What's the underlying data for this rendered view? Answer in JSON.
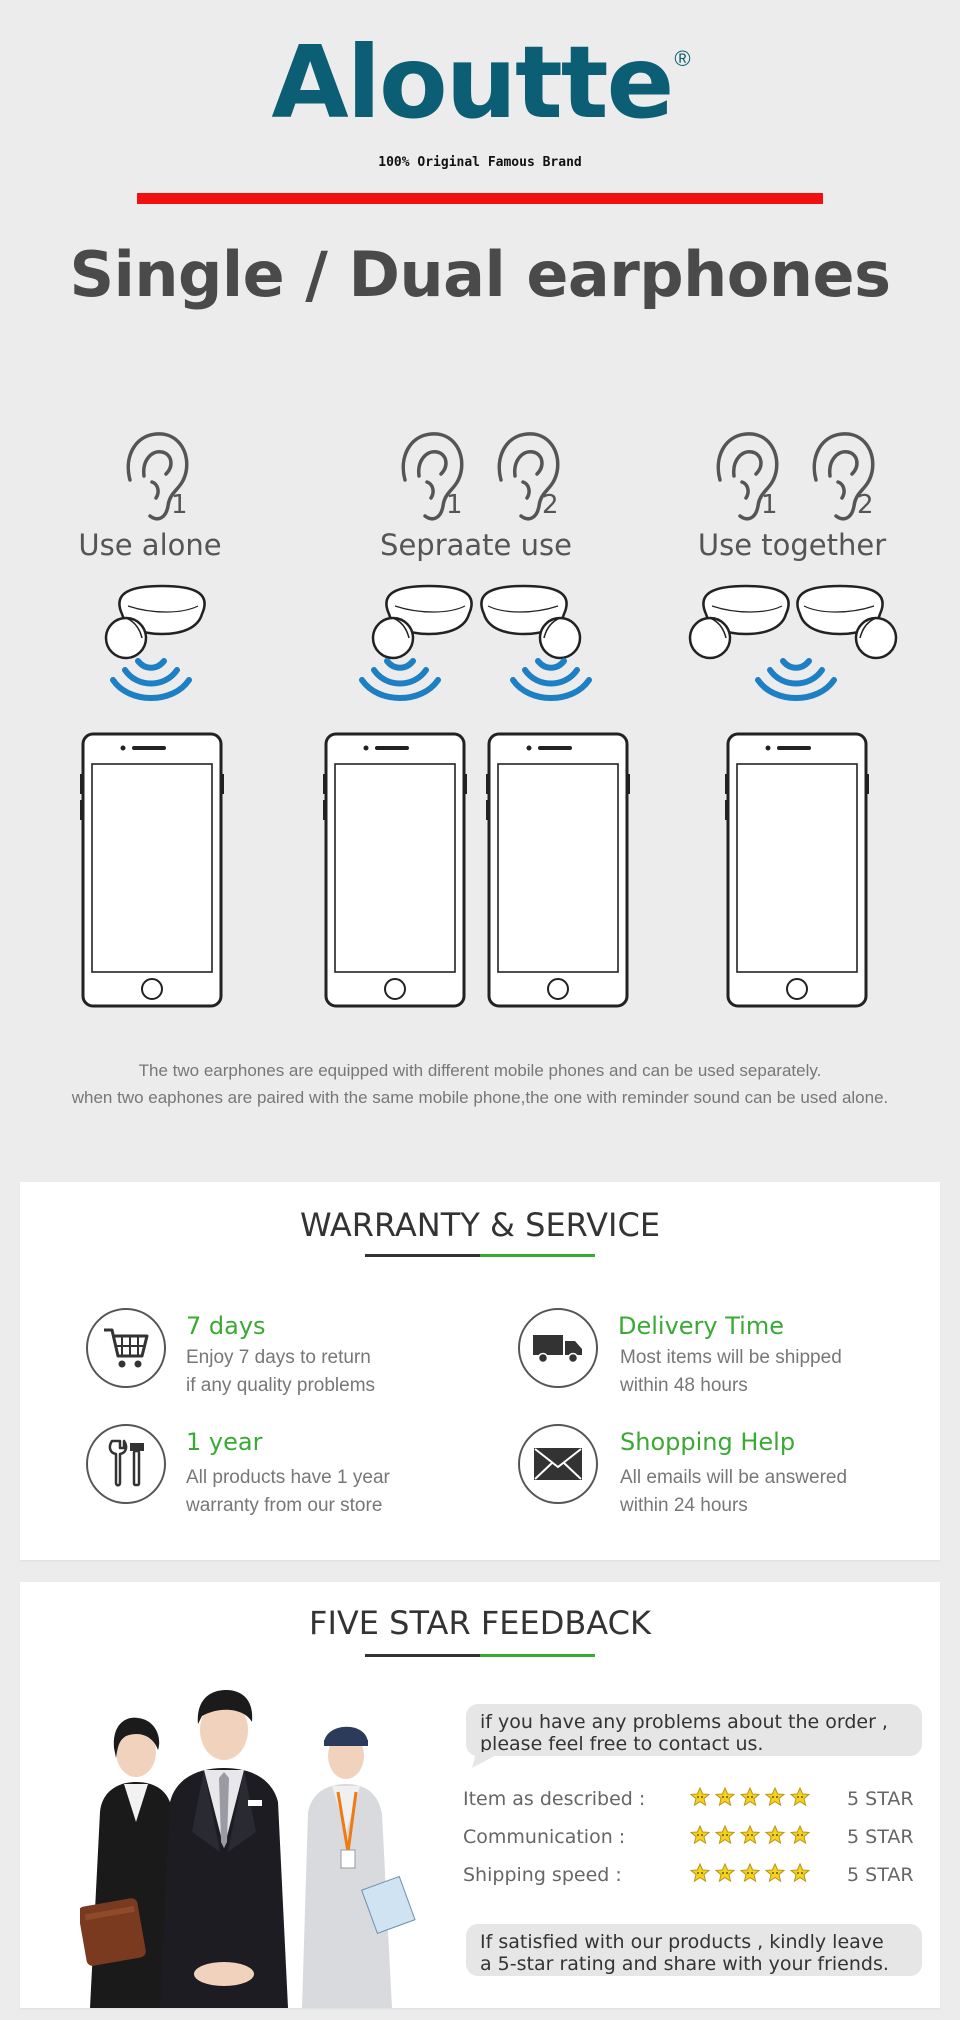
{
  "brand": {
    "name": "Aloutte",
    "registered": "®",
    "tagline": "100% Original Famous Brand",
    "brand_color": "#0b5e73",
    "accent_red": "#f20f0f"
  },
  "hero": {
    "title": "Single / Dual earphones"
  },
  "modes": [
    {
      "label": "Use alone",
      "ear_numbers": [
        "1"
      ]
    },
    {
      "label": "Sepraate use",
      "ear_numbers": [
        "1",
        "2"
      ]
    },
    {
      "label": "Use together",
      "ear_numbers": [
        "1",
        "2"
      ]
    }
  ],
  "caption": {
    "line1": "The two earphones are equipped with different mobile phones and can be used separately.",
    "line2": "when two eaphones are paired with the same mobile phone,the one with reminder sound can be used alone."
  },
  "warranty": {
    "title": "WARRANTY & SERVICE",
    "accent_color": "#3aaa35",
    "items": [
      {
        "icon": "cart-icon",
        "heading": "7 days",
        "line1": "Enjoy 7 days to return",
        "line2": "if any quality problems"
      },
      {
        "icon": "truck-icon",
        "heading": "Delivery Time",
        "line1": "Most items will be shipped",
        "line2": "within 48 hours"
      },
      {
        "icon": "tools-icon",
        "heading": "1 year",
        "line1": "All products have 1 year",
        "line2": "warranty from our store"
      },
      {
        "icon": "envelope-icon",
        "heading": "Shopping Help",
        "line1": "All emails will be answered",
        "line2": "within 24 hours"
      }
    ]
  },
  "feedback": {
    "title": "FIVE STAR FEEDBACK",
    "bubble_top_line1": "if you have any problems about the order ,",
    "bubble_top_line2": "please feel free to contact us.",
    "ratings": [
      {
        "label": "Item as described :",
        "stars": 5,
        "value": "5 STAR"
      },
      {
        "label": "Communication :",
        "stars": 5,
        "value": "5 STAR"
      },
      {
        "label": "Shipping speed :",
        "stars": 5,
        "value": "5 STAR"
      }
    ],
    "bubble_bottom_line1": "If satisfied with our products , kindly leave",
    "bubble_bottom_line2": "a 5-star rating and share with your friends."
  }
}
